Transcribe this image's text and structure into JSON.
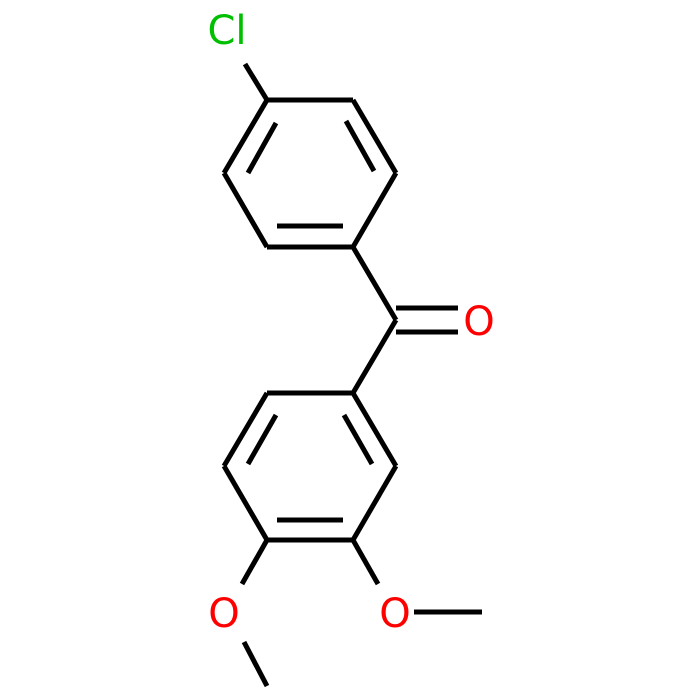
{
  "colors": {
    "background": "#ffffff",
    "bond": "#000000",
    "chlorine": "#00bf00",
    "oxygen": "#ff0000"
  },
  "atoms": {
    "chlorine": "Cl",
    "carbonyl_oxygen": "O",
    "methoxy_oxygen_meta": "O",
    "methoxy_oxygen_para": "O"
  }
}
